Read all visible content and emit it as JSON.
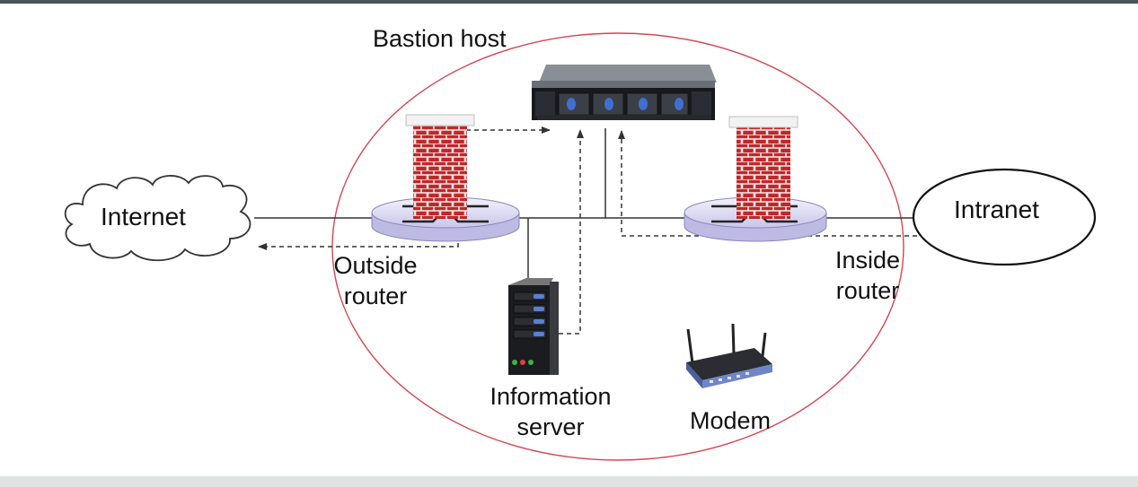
{
  "labels": {
    "bastion_host": "Bastion host",
    "internet": "Internet",
    "intranet": "Intranet",
    "outside_router_line1": "Outside",
    "outside_router_line2": "router",
    "inside_router_line1": "Inside",
    "inside_router_line2": "router",
    "information_server_line1": "Information",
    "information_server_line2": "server",
    "modem": "Modem"
  },
  "colors": {
    "perimeter": "#d64550",
    "brick": "#c0282a",
    "router_fill": "#dcdaf2",
    "link": "#333333"
  },
  "icons": [
    "cloud-icon",
    "firewall-icon",
    "router-icon",
    "rack-server-icon",
    "tower-server-icon",
    "modem-icon"
  ]
}
